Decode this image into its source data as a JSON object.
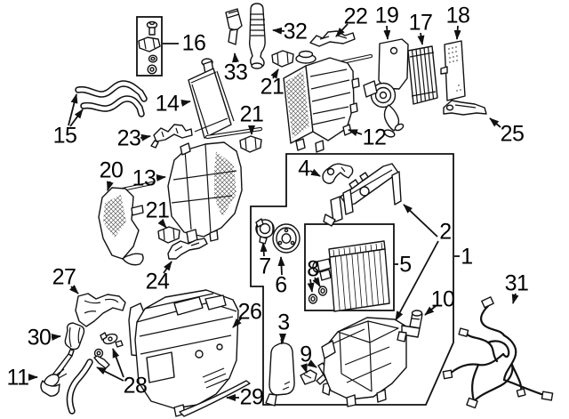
{
  "figure": "exploded-parts-diagram",
  "colors": {
    "background": "#ffffff",
    "line_art": "#111111",
    "label_text": "#000000"
  },
  "callouts": {
    "c1": {
      "label": "1"
    },
    "c2": {
      "label": "2"
    },
    "c3": {
      "label": "3"
    },
    "c4": {
      "label": "4"
    },
    "c5": {
      "label": "5"
    },
    "c6": {
      "label": "6"
    },
    "c7": {
      "label": "7"
    },
    "c8": {
      "label": "8"
    },
    "c9": {
      "label": "9"
    },
    "c10": {
      "label": "10"
    },
    "c11": {
      "label": "11"
    },
    "c12": {
      "label": "12"
    },
    "c13": {
      "label": "13"
    },
    "c14": {
      "label": "14"
    },
    "c15": {
      "label": "15"
    },
    "c16": {
      "label": "16"
    },
    "c17": {
      "label": "17"
    },
    "c18": {
      "label": "18"
    },
    "c19": {
      "label": "19"
    },
    "c20": {
      "label": "20"
    },
    "c21a": {
      "label": "21"
    },
    "c21b": {
      "label": "21"
    },
    "c21c": {
      "label": "21"
    },
    "c22": {
      "label": "22"
    },
    "c23": {
      "label": "23"
    },
    "c24": {
      "label": "24"
    },
    "c25": {
      "label": "25"
    },
    "c26": {
      "label": "26"
    },
    "c27": {
      "label": "27"
    },
    "c28": {
      "label": "28"
    },
    "c29": {
      "label": "29"
    },
    "c30": {
      "label": "30"
    },
    "c31": {
      "label": "31"
    },
    "c32": {
      "label": "32"
    },
    "c33": {
      "label": "33"
    }
  }
}
